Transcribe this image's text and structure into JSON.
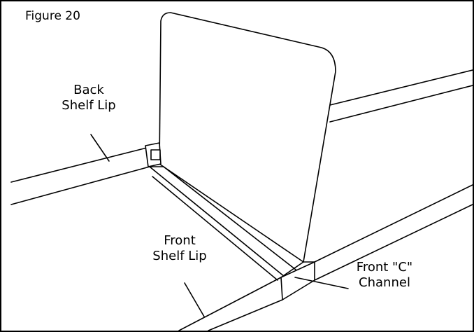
{
  "figure": {
    "title": "Figure 20",
    "labels": {
      "back_shelf_lip": [
        "Back",
        "Shelf Lip"
      ],
      "front_shelf_lip": [
        "Front",
        "Shelf Lip"
      ],
      "front_c_channel": [
        "Front \"C\"",
        "Channel"
      ]
    }
  }
}
